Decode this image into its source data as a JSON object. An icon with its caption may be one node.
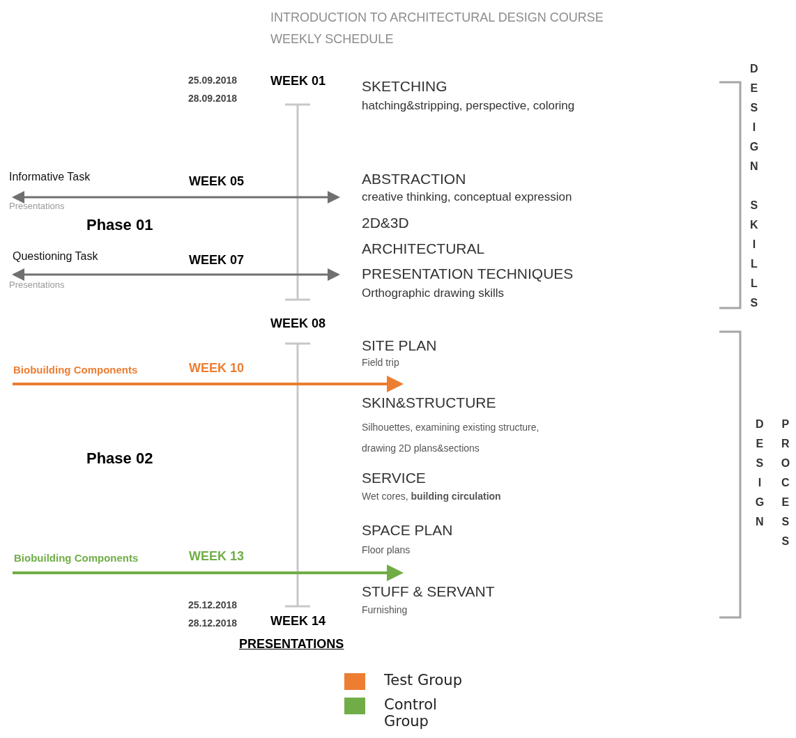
{
  "diagram": {
    "title": "INTRODUCTION TO ARCHITECTURAL DESIGN COURSE WEEKLY SCHEDULE",
    "labels": [
      "25.09.2018",
      "28.09.2018",
      "WEEK 01",
      "SKETCHING",
      "hatching&stripping, perspective, coloring",
      "DESIGN SKILLS",
      "Informative Task",
      "WEEK 05",
      "ABSTRACTION",
      "creative thinking, conceptual expression",
      "Presentations",
      "Phase 01",
      "2D&3D",
      "ARCHITECTURAL",
      "Questioning Task",
      "WEEK 07",
      "PRESENTATION TECHNIQUES",
      "Presentations",
      "Orthographic drawing skills",
      "WEEK 08",
      "SITE PLAN",
      "Field trip",
      "Biobuilding Components",
      "WEEK 10",
      "SKIN&STRUCTURE",
      "Silhouettes, examining existing structure, drawing 2D plans&sections",
      "DESIGN",
      "PROCESS",
      "Phase 02",
      "SERVICE",
      "Wet cores, **building circulation**",
      "SPACE PLAN",
      "Floor plans",
      "Biobuilding Components",
      "WEEK 13",
      "25.12.2018",
      "STUFF & SERVANT",
      "28.12.2018",
      "WEEK 14",
      "Furnishing",
      "PRESENTATIONS"
    ],
    "legend": [
      {
        "text": "Test Group",
        "color": "#ed7d31"
      },
      {
        "text": "Control Group",
        "color": "#70ad47"
      }
    ]
  }
}
